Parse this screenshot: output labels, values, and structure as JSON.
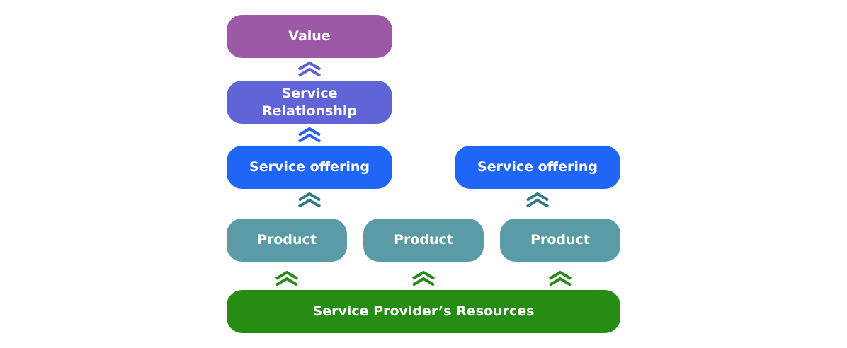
{
  "diagram": {
    "colors": {
      "value": "#9b59a6",
      "relationship": "#6164d6",
      "offering": "#1f66f7",
      "product": "#5a9ba6",
      "resources": "#268c14",
      "arrow_relationship": "#5d60d1",
      "arrow_offering": "#2c61f0",
      "arrow_product": "#2f7a86",
      "arrow_resources": "#278c17"
    },
    "value": {
      "label": "Value"
    },
    "relationship": {
      "line1": "Service",
      "line2": "Relationship"
    },
    "offerings": [
      {
        "label": "Service offering"
      },
      {
        "label": "Service offering"
      }
    ],
    "products": [
      {
        "label": "Product"
      },
      {
        "label": "Product"
      },
      {
        "label": "Product"
      }
    ],
    "resources": {
      "label": "Service Provider’s Resources"
    },
    "arrow_icon": "double-chevron-up-icon"
  }
}
